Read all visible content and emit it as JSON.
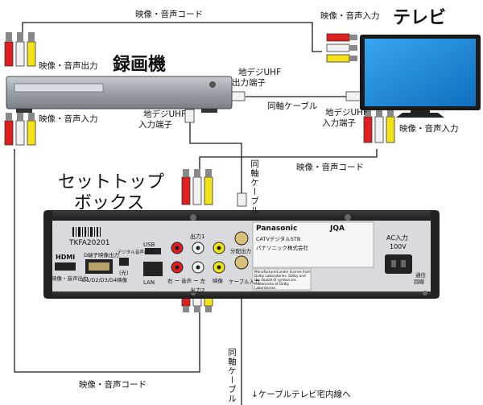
{
  "labels": {
    "tv": "テレビ",
    "recorder": "録画機",
    "stb_line1": "セットトップ",
    "stb_line2": "ボックス",
    "av_cord_top": "映像・音声コード",
    "av_in_tv": "映像・音声入力",
    "av_out_rec": "映像・音声出力",
    "av_in_rec": "映像・音声入力",
    "uhf_out_line1": "地デジUHF",
    "uhf_out_line2": "出力端子",
    "uhf_in_rec_line1": "地デジUHF",
    "uhf_in_rec_line2": "入力端子",
    "coax_mid": "同軸ケーブル",
    "uhf_in_tv_line1": "地デジUHF",
    "uhf_in_tv_line2": "入力端子",
    "av_in_tv_bottom": "映像・音声入力",
    "av_cord_mid": "映像・音声コード",
    "coax_vertical_1": "同軸ケーブル",
    "av_cord_bottom": "映像・音声コード",
    "coax_vertical_2": "同軸ケーブル",
    "cable_line": "↓ケーブルテレビ宅内線へ"
  },
  "stb_panel": {
    "model_label": "TKFA20201",
    "hdmi_label": "HDMI",
    "hdmi_sub": "映像・音声出力",
    "d_out_label": "D端子映像出力",
    "d_out_sub": "D1/D2/D3/D4映像",
    "digital_audio": "デジタル音声出力",
    "optical": "(光)",
    "usb": "USB",
    "lan": "LAN",
    "out1": "出力1",
    "out2": "出力2",
    "right_left": "右 ー 音声 ー 左",
    "video": "映像",
    "dist_out": "分配出力",
    "cable_in": "ケーブル入力",
    "brand": "Panasonic",
    "jqa": "JQA",
    "stb_type": "CATVデジタルSTB",
    "maker": "パナソニック株式会社",
    "ac_label": "AC入力",
    "ac_volt": "100V",
    "comm": "通信",
    "comm2": "回線",
    "mfg_note": "Manufactured under license from Dolby Laboratories. Dolby and the double-D symbol are trademarks of Dolby Laboratories."
  },
  "colors": {
    "red_plug": "#e02020",
    "white_plug": "#f2f2f2",
    "yellow_plug": "#f3e21a",
    "device_dark": "#2b2b2b",
    "recorder_body": "#9aa0a6",
    "tv_screen": "#1e8fe0"
  }
}
